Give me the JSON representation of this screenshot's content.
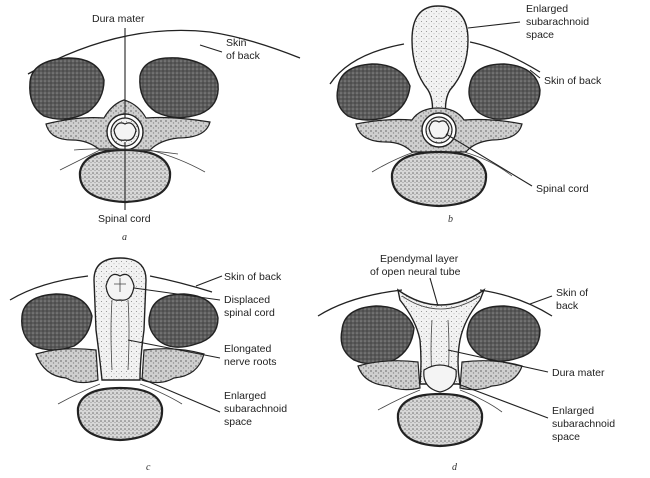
{
  "panels": {
    "a": {
      "caption": "a",
      "labels": [
        "Dura mater",
        "Skin",
        "of back",
        "Spinal cord"
      ]
    },
    "b": {
      "caption": "b",
      "labels": [
        "Enlarged",
        "subarachnoid",
        "space",
        "Skin of back",
        "Spinal cord"
      ]
    },
    "c": {
      "caption": "c",
      "labels": [
        "Skin of back",
        "Displaced",
        "spinal cord",
        "Elongated",
        "nerve roots",
        "Enlarged",
        "subarachnoid",
        "space"
      ]
    },
    "d": {
      "caption": "d",
      "labels": [
        "Ependymal layer",
        "of open neural tube",
        "Skin of",
        "back",
        "Dura mater",
        "Enlarged",
        "subarachnoid",
        "space"
      ]
    }
  }
}
